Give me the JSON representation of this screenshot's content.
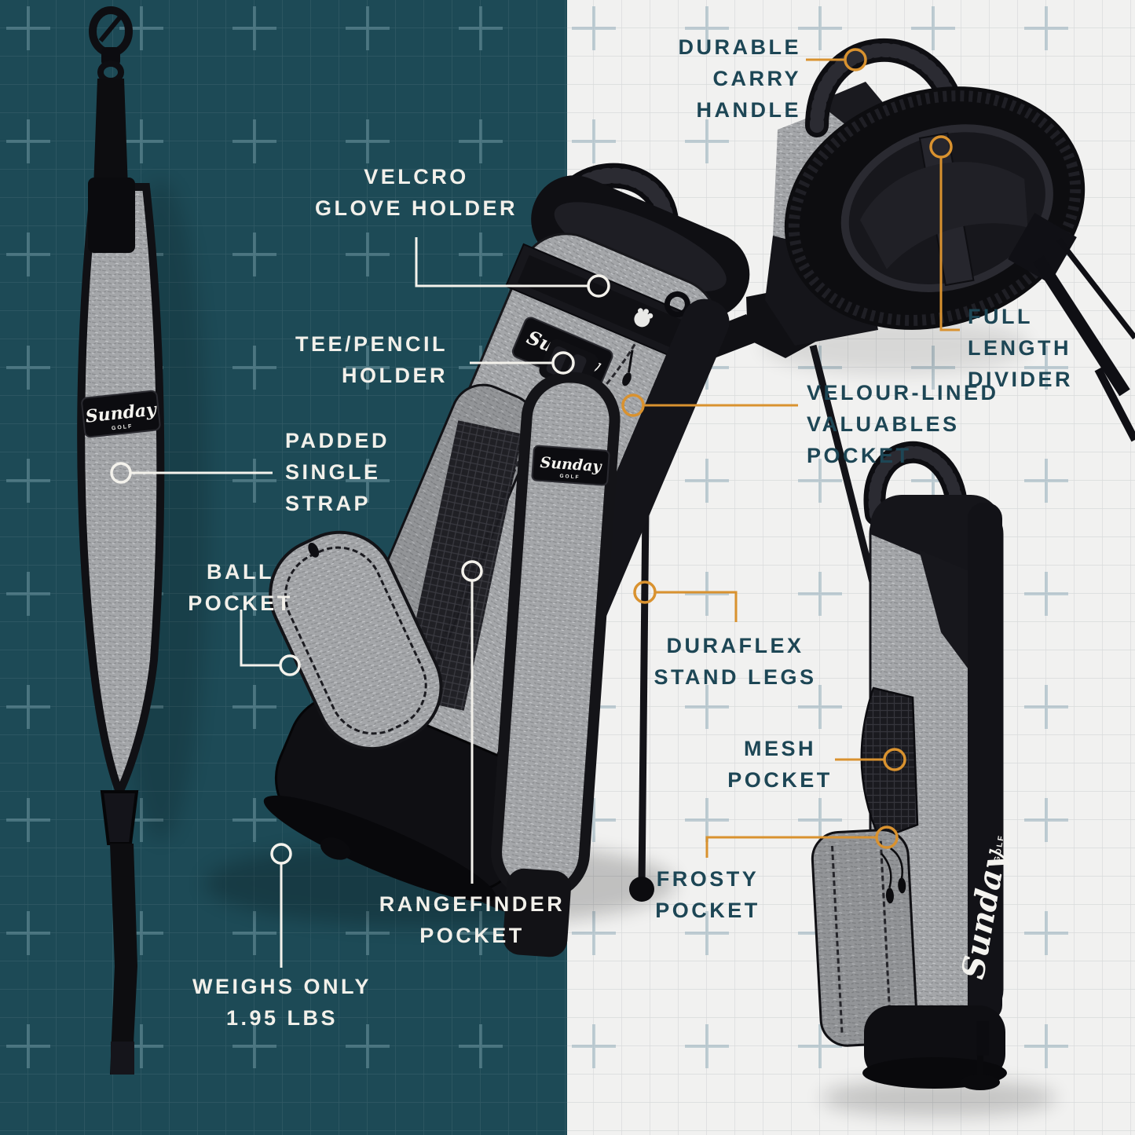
{
  "brand": {
    "script": "Sunday",
    "wordmark": "GOLF"
  },
  "theme": {
    "teal_bg": "#1d4a56",
    "light_bg": "#f1f1f0",
    "accent_orange": "#d9922f",
    "label_dark": "#1d4655",
    "label_light": "#f2f0ea"
  },
  "callouts": {
    "durable_carry_handle": {
      "lines": [
        "DURABLE CARRY",
        "HANDLE"
      ]
    },
    "velcro_glove_holder": {
      "lines": [
        "VELCRO",
        "GLOVE HOLDER"
      ]
    },
    "tee_pencil_holder": {
      "lines": [
        "TEE/PENCIL",
        "HOLDER"
      ]
    },
    "padded_single_strap": {
      "lines": [
        "PADDED",
        "SINGLE",
        "STRAP"
      ]
    },
    "ball_pocket": {
      "lines": [
        "BALL",
        "POCKET"
      ]
    },
    "full_length_divider": {
      "lines": [
        "FULL LENGTH",
        "DIVIDER"
      ]
    },
    "velour_valuables_pocket": {
      "lines": [
        "VELOUR-LINED",
        "VALUABLES POCKET"
      ]
    },
    "duraflex_stand_legs": {
      "lines": [
        "DURAFLEX",
        "STAND LEGS"
      ]
    },
    "mesh_pocket": {
      "lines": [
        "MESH",
        "POCKET"
      ]
    },
    "rangefinder_pocket": {
      "lines": [
        "RANGEFINDER",
        "POCKET"
      ]
    },
    "frosty_pocket": {
      "lines": [
        "FROSTY",
        "POCKET"
      ]
    },
    "weighs_only": {
      "lines": [
        "WEIGHS ONLY",
        "1.95 LBS"
      ]
    }
  }
}
